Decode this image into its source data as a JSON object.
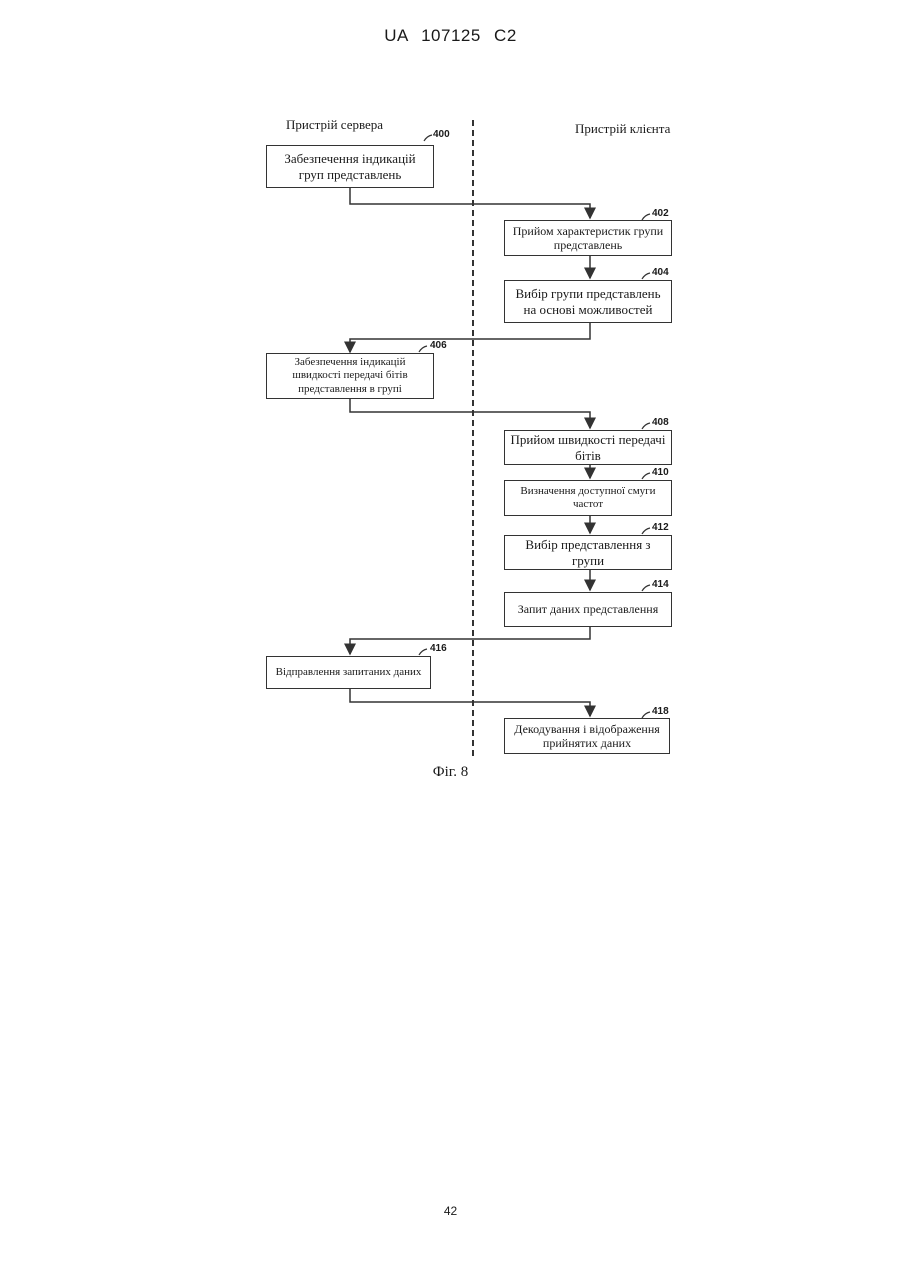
{
  "header": {
    "text": "UA   107125   C2"
  },
  "lanes": {
    "server": "Пристрій сервера",
    "client": "Пристрій клієнта"
  },
  "steps": {
    "s400": {
      "ref": "400",
      "text": "Забезпечення індикацій груп представлень"
    },
    "s402": {
      "ref": "402",
      "text": "Прийом характеристик групи представлень"
    },
    "s404": {
      "ref": "404",
      "text": "Вибір групи представлень на основі можливостей"
    },
    "s406": {
      "ref": "406",
      "text": "Забезпечення індикацій швидкості передачі бітів представлення в групі"
    },
    "s408": {
      "ref": "408",
      "text": "Прийом швидкості передачі бітів"
    },
    "s410": {
      "ref": "410",
      "text": "Визначення доступної смуги частот"
    },
    "s412": {
      "ref": "412",
      "text": "Вибір представлення з групи"
    },
    "s414": {
      "ref": "414",
      "text": "Запит даних представлення"
    },
    "s416": {
      "ref": "416",
      "text": "Відправлення запитаних даних"
    },
    "s418": {
      "ref": "418",
      "text": "Декодування і відображення прийнятих даних"
    }
  },
  "caption": "Фіг. 8",
  "page_number": "42"
}
